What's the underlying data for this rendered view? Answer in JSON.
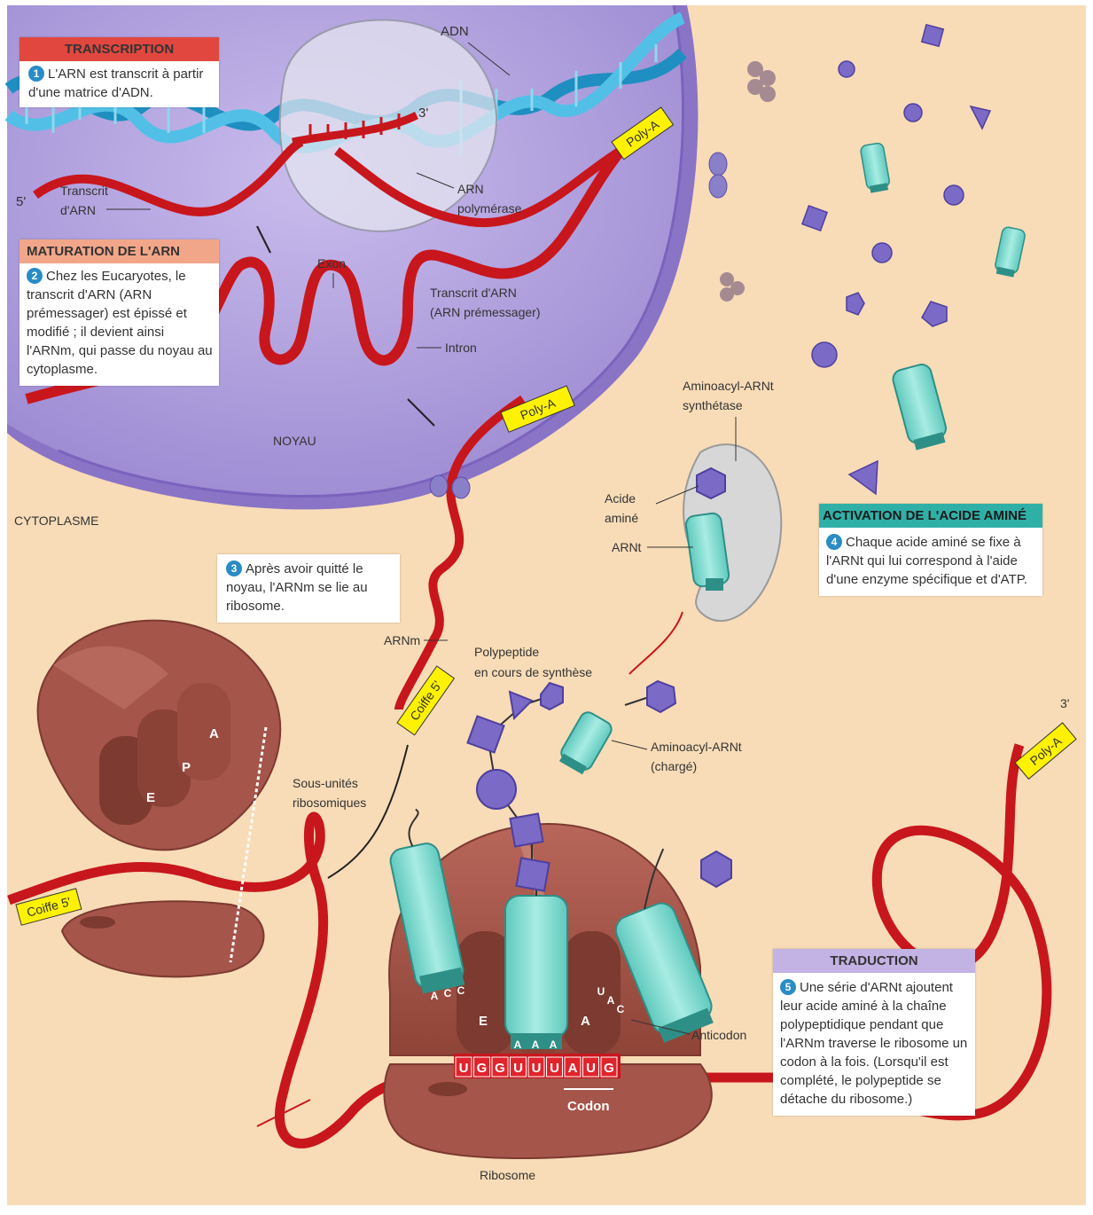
{
  "colors": {
    "cytoplasm": "#f8dcb7",
    "nucleus": "#b6a6de",
    "mrna": "#c8161d",
    "ribosome": "#a5554a",
    "trna": "#7fdcd0",
    "amino_acid": "#7b6bc7",
    "dna": "#2aa6d6",
    "transcription_header": "#e2473f",
    "maturation_header": "#f2a689",
    "activation_header": "#2fb0a7",
    "traduction_header": "#c3b2e4",
    "step_number": "#2a8cc4",
    "label_yellow": "#fff200"
  },
  "boxes": {
    "transcription": {
      "title": "TRANSCRIPTION",
      "number": "1",
      "text": "L'ARN est transcrit à partir d'une matrice d'ADN."
    },
    "maturation": {
      "title": "MATURATION DE L'ARN",
      "number": "2",
      "text": "Chez les Eucaryotes, le transcrit d'ARN (ARN prémessager) est épissé et modifié ; il devient ainsi l'ARNm, qui passe du noyau au cytoplasme."
    },
    "step3": {
      "number": "3",
      "text": "Après avoir quitté le noyau, l'ARNm se lie au ribosome."
    },
    "activation": {
      "title": "ACTIVATION DE L'ACIDE AMINÉ",
      "number": "4",
      "text": "Chaque acide aminé se fixe à l'ARNt qui lui correspond à l'aide d'une enzyme spécifique et d'ATP."
    },
    "traduction": {
      "title": "TRADUCTION",
      "number": "5",
      "text": "Une série d'ARNt ajoutent leur acide aminé à la chaîne polypeptidique pendant que l'ARNm traverse le ribosome un codon à la fois. (Lorsqu'il est complété, le polypeptide se détache du ribosome.)"
    }
  },
  "labels": {
    "adn": "ADN",
    "three_prime_top": "3'",
    "five_prime": "5'",
    "transcrit_line1": "Transcrit",
    "transcrit_line2": "d'ARN",
    "arn_polymerase_line1": "ARN",
    "arn_polymerase_line2": "polymérase",
    "exon": "Exon",
    "transcrit_premessager_line1": "Transcrit d'ARN",
    "transcrit_premessager_line2": "(ARN prémessager)",
    "intron": "Intron",
    "noyau": "NOYAU",
    "cytoplasme": "CYTOPLASME",
    "poly_a": "Poly-A",
    "coiffe": "Coiffe 5'",
    "arnm": "ARNm",
    "polypeptide_line1": "Polypeptide",
    "polypeptide_line2": "en cours de synthèse",
    "synthetase_line1": "Aminoacyl-ARNt",
    "synthetase_line2": "synthétase",
    "acide_amine_line1": "Acide",
    "acide_amine_line2": "aminé",
    "arnt": "ARNt",
    "aminoacyl_charge_line1": "Aminoacyl-ARNt",
    "aminoacyl_charge_line2": "(chargé)",
    "sous_unites_line1": "Sous-unités",
    "sous_unites_line2": "ribosomiques",
    "site_e": "E",
    "site_p": "P",
    "site_a": "A",
    "anticodon": "Anticodon",
    "codon": "Codon",
    "ribosome": "Ribosome",
    "three_prime_right": "3'"
  },
  "codons": [
    "U",
    "G",
    "G",
    "U",
    "U",
    "U",
    "A",
    "U",
    "G"
  ],
  "anticodons": {
    "left": [
      "A",
      "C",
      "C"
    ],
    "middle": [
      "A",
      "A",
      "A"
    ],
    "right": [
      "U",
      "A",
      "C"
    ]
  }
}
